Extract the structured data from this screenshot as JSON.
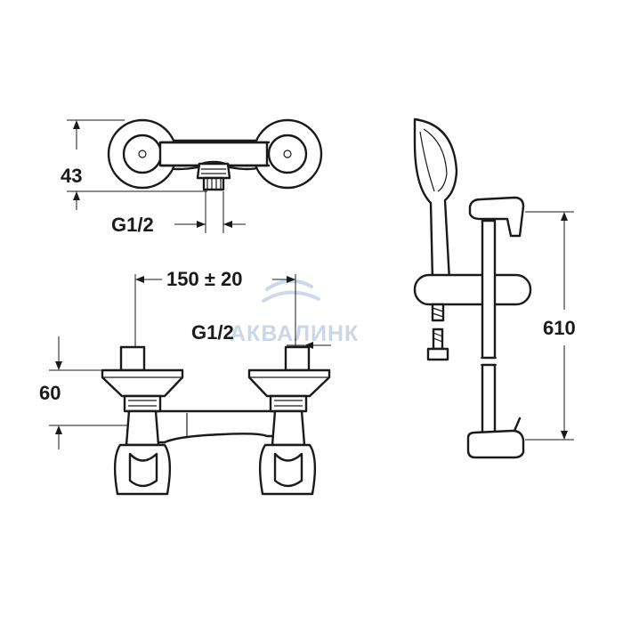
{
  "dimensions": {
    "top_height": "43",
    "top_thread": "G1/2",
    "center_distance": "150 ± 20",
    "front_thread": "G1/2",
    "front_height": "60",
    "rail_length": "610"
  },
  "watermark": {
    "text": "АКВАЛИНК"
  },
  "colors": {
    "line": "#1a1a1a",
    "background": "#ffffff",
    "watermark": "#c9d7e6"
  }
}
